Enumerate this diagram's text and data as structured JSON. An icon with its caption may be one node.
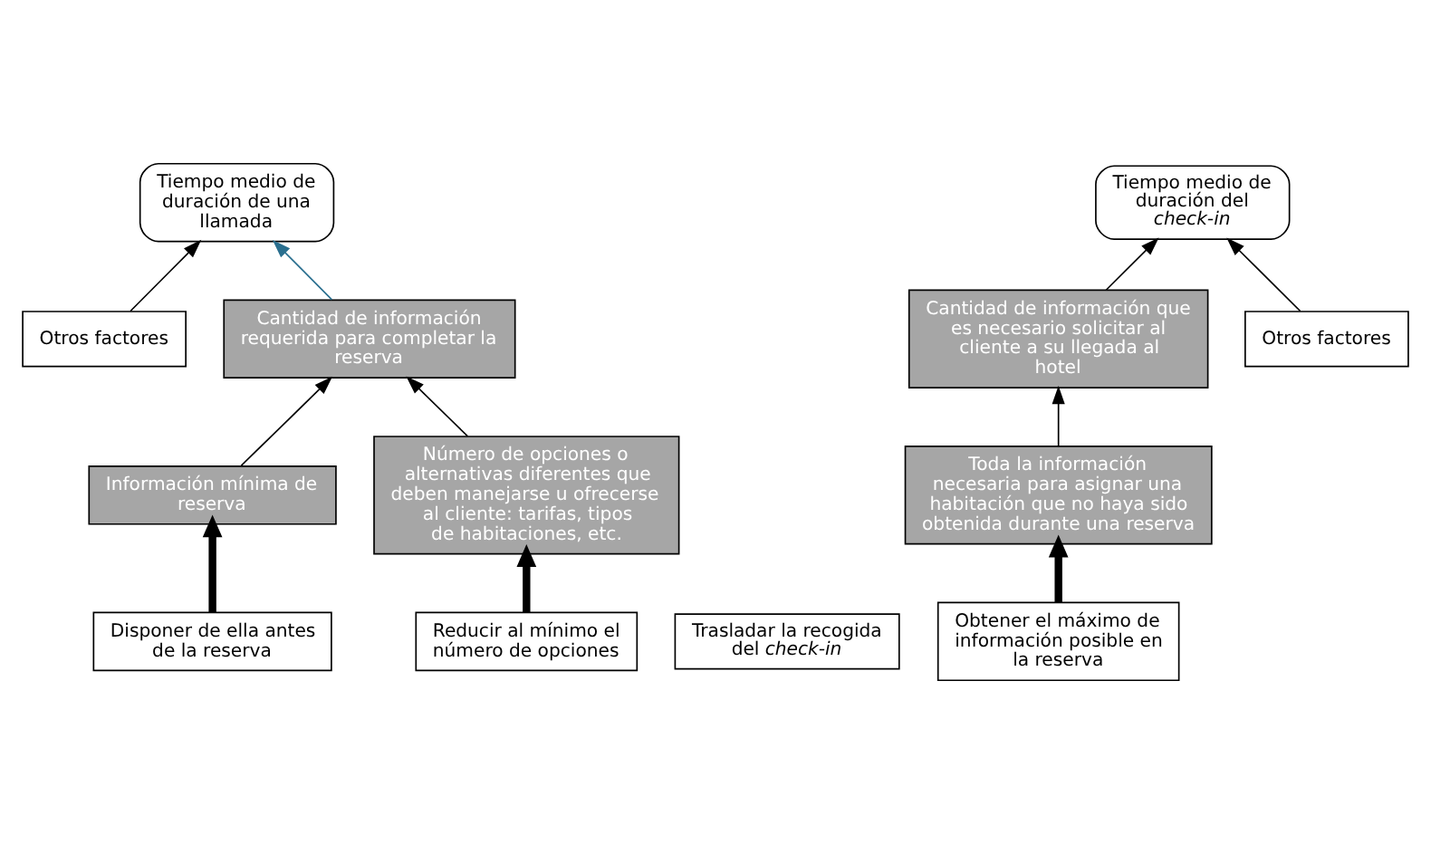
{
  "diagram": {
    "nodes": [
      {
        "text": [
          "Tiempo medio de duración de una llamada"
        ]
      },
      {
        "text": [
          "Otros factores"
        ]
      },
      {
        "text": [
          "Cantidad de información requerida para completar la reserva"
        ]
      },
      {
        "text": [
          "Información mínima de reserva"
        ]
      },
      {
        "text": [
          "Número de opciones o alternativas diferentes que deben manejarse u ofrecerse al cliente: tarifas, tipos de habitaciones, etc."
        ]
      },
      {
        "text": [
          "Disponer de ella antes de la reserva"
        ]
      },
      {
        "text": [
          "Trasladar la recogida del *check-in*"
        ]
      },
      {
        "text": [
          "Reducir al mínimo el número de opciones"
        ]
      },
      {
        "text": [
          "Tiempo medio de duración del *check-in*"
        ]
      },
      {
        "text": [
          "Cantidad de información que es necesario solicitar al cliente a su llegada al hotel"
        ]
      },
      {
        "text": [
          "Otros factores"
        ]
      },
      {
        "text": [
          "Toda la información necesaria para asignar una habitación que no haya sido obtenida durante una reserva"
        ]
      },
      {
        "text": [
          "Obtener el máximo de información posible en la reserva"
        ]
      }
    ],
    "edges": [
      {
        "from": 1,
        "to": 0,
        "arrow": "to"
      },
      {
        "from": 2,
        "to": 0,
        "arrow": "to",
        "color": "#2a6f8f"
      },
      {
        "from": 3,
        "to": 2,
        "arrow": "to"
      },
      {
        "from": 4,
        "to": 2,
        "arrow": "to"
      },
      {
        "from": 5,
        "to": 3,
        "arrow": "to",
        "style": "thick"
      },
      {
        "from": 7,
        "to": 4,
        "arrow": "to",
        "style": "thick"
      },
      {
        "from": 9,
        "to": 8,
        "arrow": "to"
      },
      {
        "from": 10,
        "to": 8,
        "arrow": "to"
      },
      {
        "from": 11,
        "to": 9,
        "arrow": "to"
      },
      {
        "from": 12,
        "to": 11,
        "arrow": "to",
        "style": "thick"
      }
    ]
  }
}
